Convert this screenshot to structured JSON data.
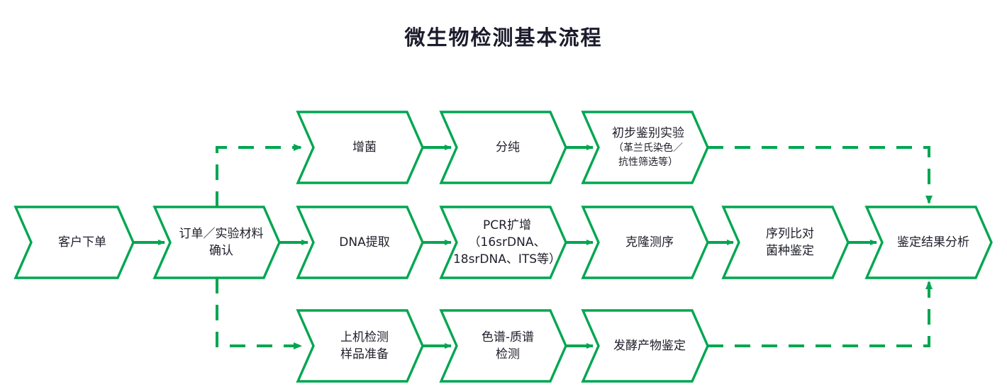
{
  "title": "微生物检测基本流程",
  "theme": {
    "accent": "#00a650",
    "text": "#20202c",
    "background": "#ffffff"
  },
  "chart_data": {
    "type": "diagram",
    "title": "微生物检测基本流程",
    "orientation": "left-to-right",
    "rows": 3,
    "nodes": [
      {
        "id": "n1",
        "row": "middle",
        "order": 1,
        "lines": [
          "客户下单"
        ]
      },
      {
        "id": "n2",
        "row": "middle",
        "order": 2,
        "lines": [
          "订单／实验材料",
          "确认"
        ]
      },
      {
        "id": "n3",
        "row": "middle",
        "order": 3,
        "lines": [
          "DNA提取"
        ]
      },
      {
        "id": "n4",
        "row": "middle",
        "order": 4,
        "lines": [
          "PCR扩增",
          "（16srDNA、",
          "18srDNA、ITS等）"
        ]
      },
      {
        "id": "n5",
        "row": "middle",
        "order": 5,
        "lines": [
          "克隆测序"
        ]
      },
      {
        "id": "n6",
        "row": "middle",
        "order": 6,
        "lines": [
          "序列比对",
          "菌种鉴定"
        ]
      },
      {
        "id": "n7",
        "row": "middle",
        "order": 7,
        "lines": [
          "鉴定结果分析"
        ]
      },
      {
        "id": "t1",
        "row": "top",
        "order": 1,
        "lines": [
          "增菌"
        ]
      },
      {
        "id": "t2",
        "row": "top",
        "order": 2,
        "lines": [
          "分纯"
        ]
      },
      {
        "id": "t3",
        "row": "top",
        "order": 3,
        "lines": [
          "初步鉴别实验",
          "（革兰氏染色／",
          "抗性筛选等）"
        ]
      },
      {
        "id": "b1",
        "row": "bottom",
        "order": 1,
        "lines": [
          "上机检测",
          "样品准备"
        ]
      },
      {
        "id": "b2",
        "row": "bottom",
        "order": 2,
        "lines": [
          "色谱-质谱",
          "检测"
        ]
      },
      {
        "id": "b3",
        "row": "bottom",
        "order": 3,
        "lines": [
          "发酵产物鉴定"
        ]
      }
    ],
    "edges": [
      {
        "from": "n1",
        "to": "n2",
        "style": "solid"
      },
      {
        "from": "n2",
        "to": "n3",
        "style": "solid"
      },
      {
        "from": "n3",
        "to": "n4",
        "style": "solid"
      },
      {
        "from": "n4",
        "to": "n5",
        "style": "solid"
      },
      {
        "from": "n5",
        "to": "n6",
        "style": "solid"
      },
      {
        "from": "n6",
        "to": "n7",
        "style": "solid"
      },
      {
        "from": "n2",
        "to": "t1",
        "style": "dashed"
      },
      {
        "from": "t1",
        "to": "t2",
        "style": "solid"
      },
      {
        "from": "t2",
        "to": "t3",
        "style": "solid"
      },
      {
        "from": "t3",
        "to": "n7",
        "style": "dashed"
      },
      {
        "from": "n2",
        "to": "b1",
        "style": "dashed"
      },
      {
        "from": "b1",
        "to": "b2",
        "style": "solid"
      },
      {
        "from": "b2",
        "to": "b3",
        "style": "solid"
      },
      {
        "from": "b3",
        "to": "n7",
        "style": "dashed"
      }
    ]
  },
  "nodes": {
    "n1": {
      "l1": "客户下单"
    },
    "n2": {
      "l1": "订单／实验材料",
      "l2": "确认"
    },
    "n3": {
      "l1": "DNA提取"
    },
    "n4": {
      "l1": "PCR扩增",
      "l2": "（16srDNA、",
      "l3": "18srDNA、ITS等）"
    },
    "n5": {
      "l1": "克隆测序"
    },
    "n6": {
      "l1": "序列比对",
      "l2": "菌种鉴定"
    },
    "n7": {
      "l1": "鉴定结果分析"
    },
    "t1": {
      "l1": "增菌"
    },
    "t2": {
      "l1": "分纯"
    },
    "t3": {
      "l1": "初步鉴别实验",
      "l2": "（革兰氏染色／",
      "l3": "抗性筛选等）"
    },
    "b1": {
      "l1": "上机检测",
      "l2": "样品准备"
    },
    "b2": {
      "l1": "色谱-质谱",
      "l2": "检测"
    },
    "b3": {
      "l1": "发酵产物鉴定"
    }
  }
}
